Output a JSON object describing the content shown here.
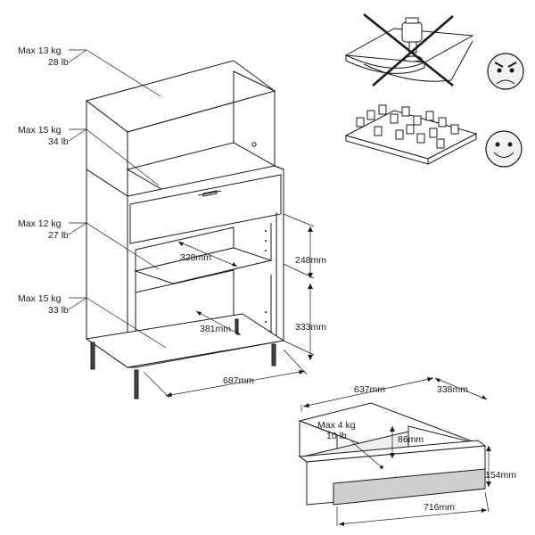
{
  "load_labels": {
    "top": {
      "kg": "Max 13 kg",
      "lb": "28 lb"
    },
    "upper": {
      "kg": "Max 15 kg",
      "lb": "34 lb"
    },
    "middle": {
      "kg": "Max 12 kg",
      "lb": "27 lb"
    },
    "bottom": {
      "kg": "Max 15 kg",
      "lb": "33 lb"
    }
  },
  "cabinet_dims": {
    "shelf_depth": "328mm",
    "shelf_height": "248mm",
    "bottom_depth": "381mm",
    "bottom_height": "333mm",
    "width": "687mm"
  },
  "drawer": {
    "load_kg": "Max 4 kg",
    "load_lb": "10 lb",
    "inner_width": "637mm",
    "depth": "338mm",
    "inner_height": "86mm",
    "height": "154mm",
    "width": "716mm"
  },
  "icons": {
    "wrong": "angry-face-icon",
    "right": "smiley-face-icon",
    "cross": "cross-out-icon"
  }
}
